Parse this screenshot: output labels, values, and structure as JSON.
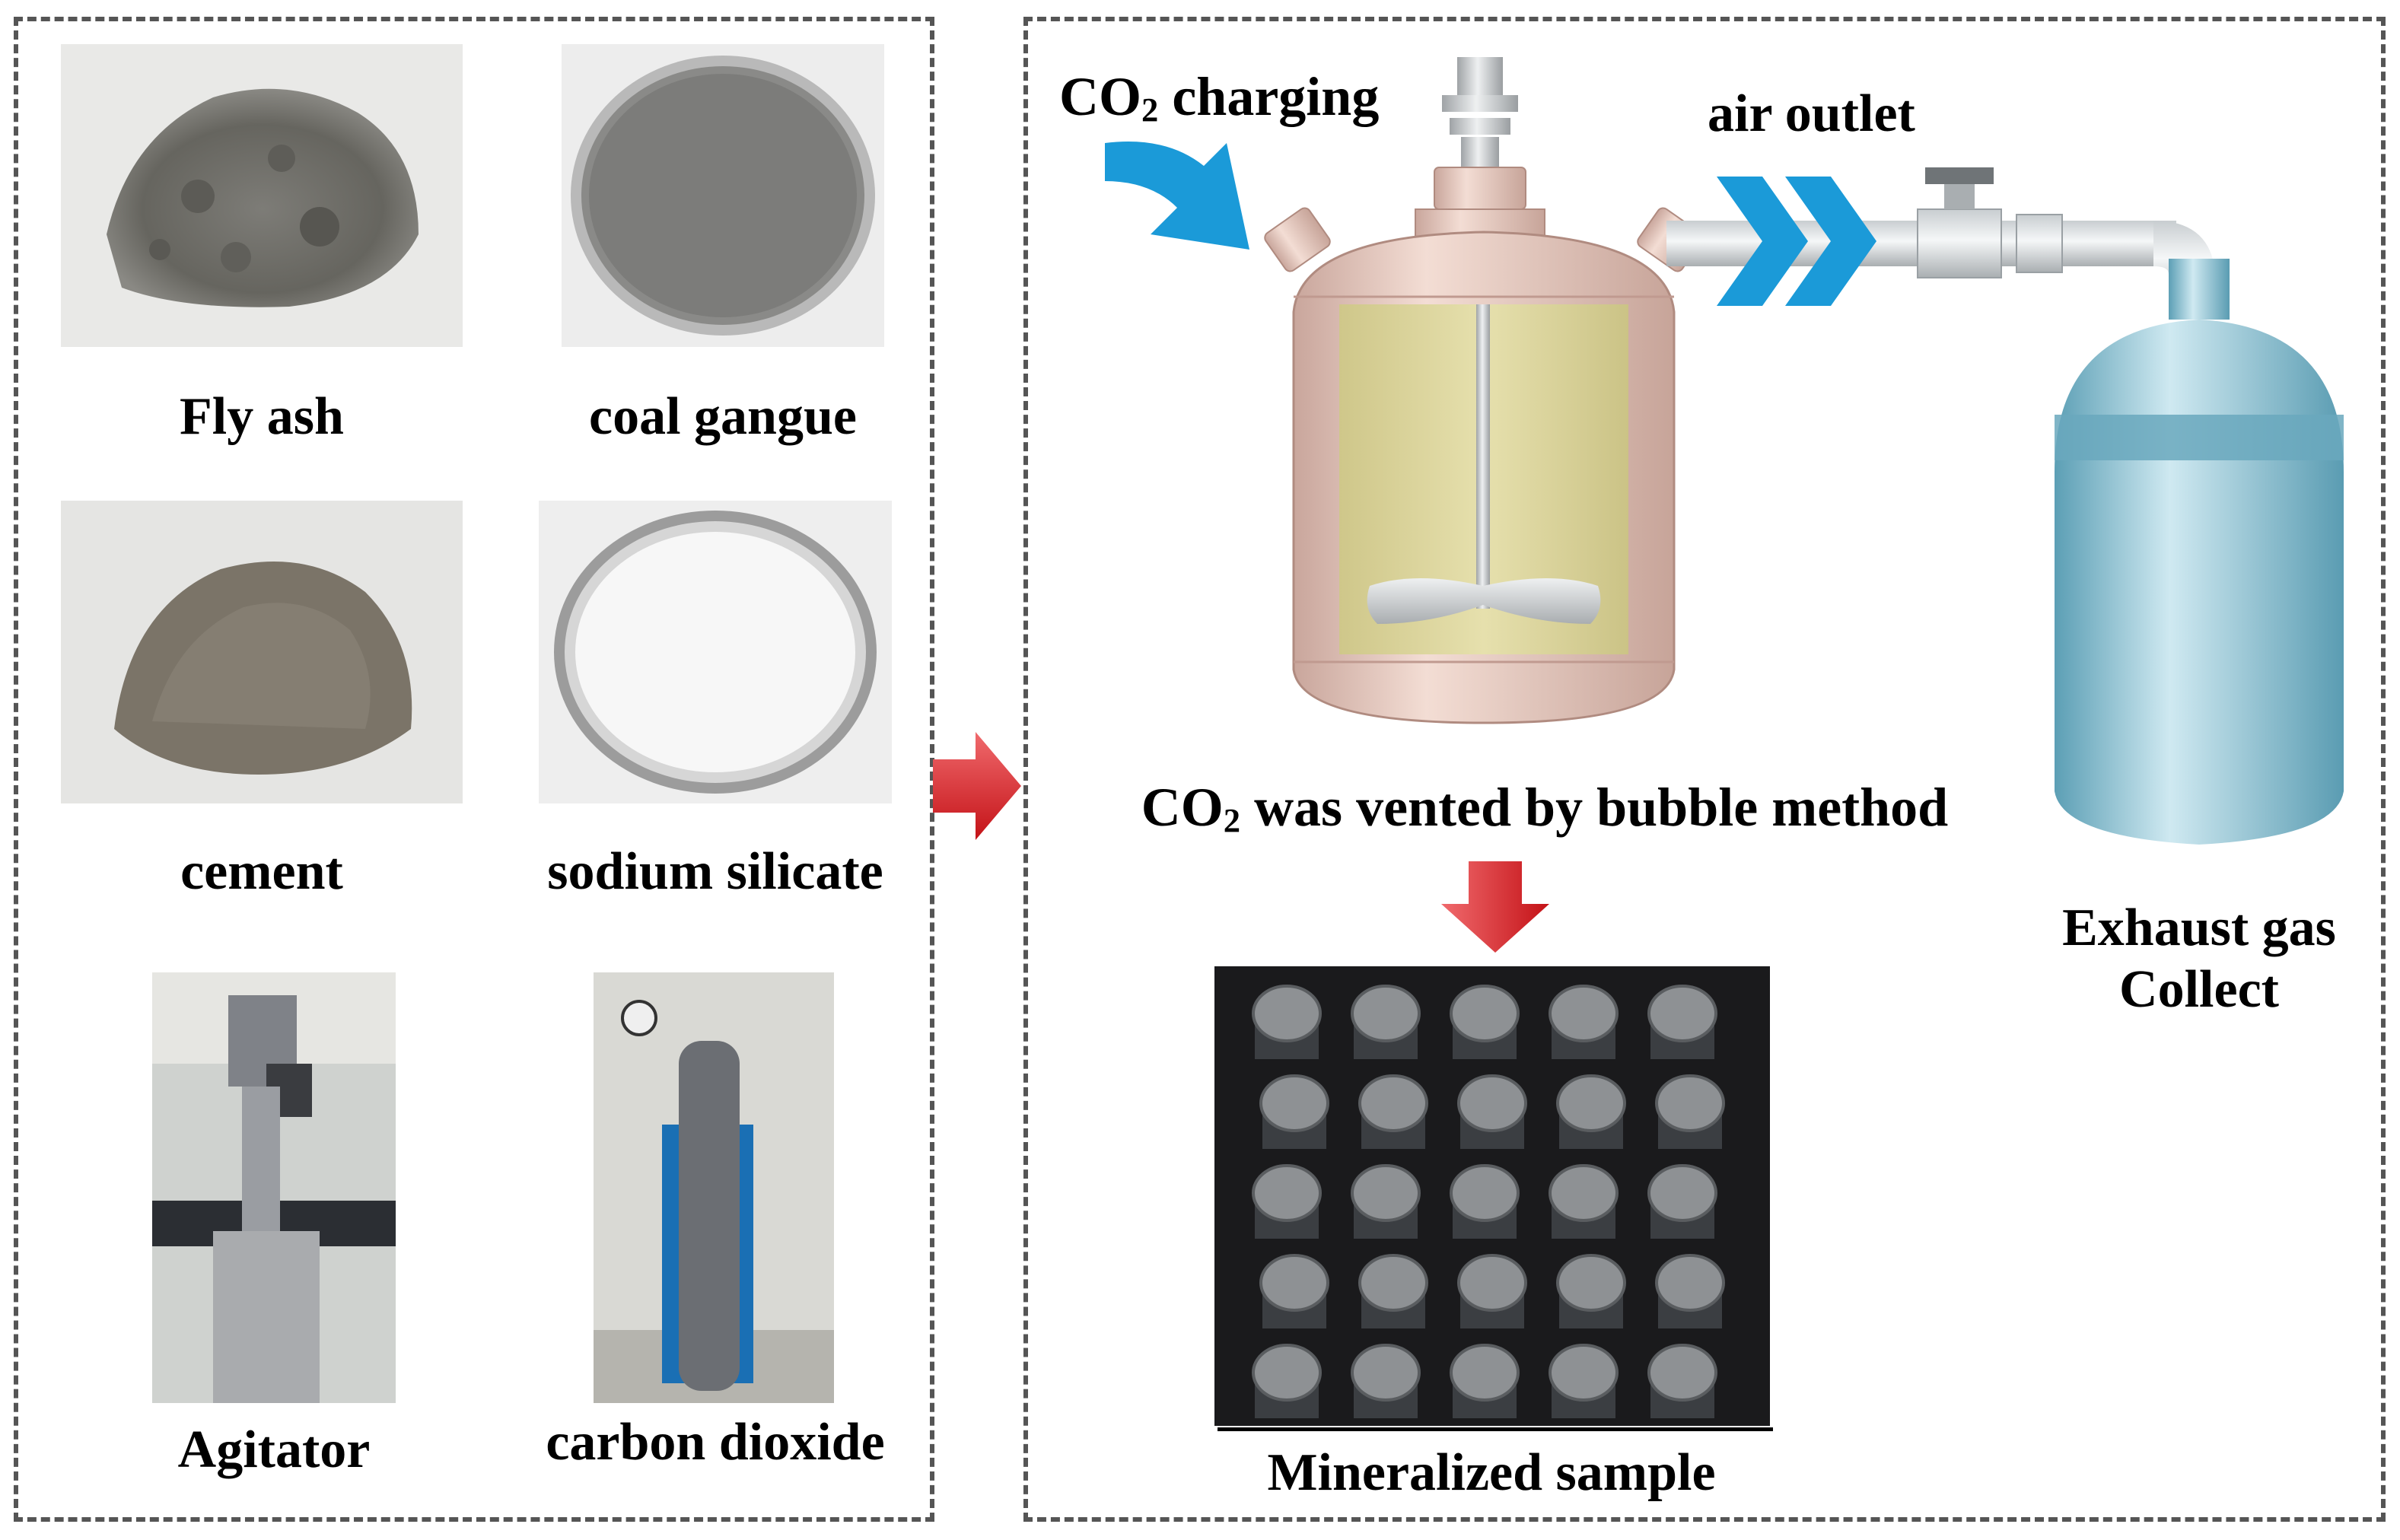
{
  "materials": {
    "fly_ash": "Fly ash",
    "coal_gangue": "coal gangue",
    "cement": "cement",
    "sodium_silicate": "sodium silicate",
    "agitator": "Agitator",
    "carbon_dioxide": "carbon dioxide"
  },
  "process": {
    "co2_prefix": "CO",
    "co2_sub": "2",
    "charging_suffix": " charging",
    "air_outlet": "air outlet",
    "vented_suffix": " was vented by bubble method",
    "exhaust_line1": "Exhaust gas",
    "exhaust_line2": "Collect",
    "mineralized_sample": "Mineralized sample"
  },
  "colors": {
    "blue_arrow": "#1b9ad8",
    "red_arrow": "#e0242a",
    "reactor_body": "#e8ccc2",
    "reactor_fill": "#dcd59a",
    "tank": "#8fc7d8"
  }
}
